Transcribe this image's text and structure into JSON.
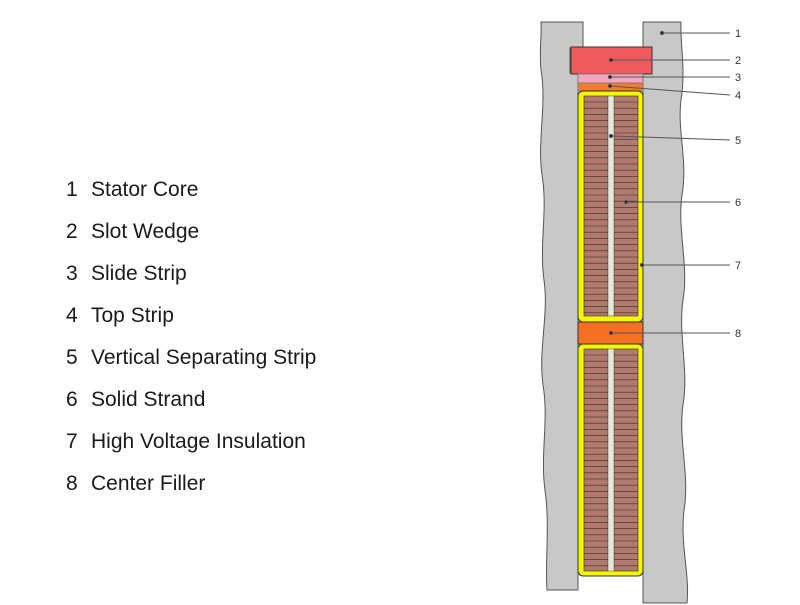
{
  "legend": [
    {
      "num": "1",
      "label": "Stator Core"
    },
    {
      "num": "2",
      "label": "Slot Wedge"
    },
    {
      "num": "3",
      "label": "Slide Strip"
    },
    {
      "num": "4",
      "label": "Top Strip"
    },
    {
      "num": "5",
      "label": "Vertical Separating Strip"
    },
    {
      "num": "6",
      "label": "Solid Strand"
    },
    {
      "num": "7",
      "label": "High Voltage Insulation"
    },
    {
      "num": "8",
      "label": "Center Filler"
    }
  ],
  "callouts": [
    "1",
    "2",
    "3",
    "4",
    "5",
    "6",
    "7",
    "8"
  ],
  "colors": {
    "stator_core": "#c8c8c8",
    "slot_wedge": "#f05a5a",
    "slide_strip": "#f4a6c0",
    "top_strip": "#f07c30",
    "insulation": "#f5f500",
    "strand": "#b07b6e",
    "center_filler": "#f57023"
  }
}
